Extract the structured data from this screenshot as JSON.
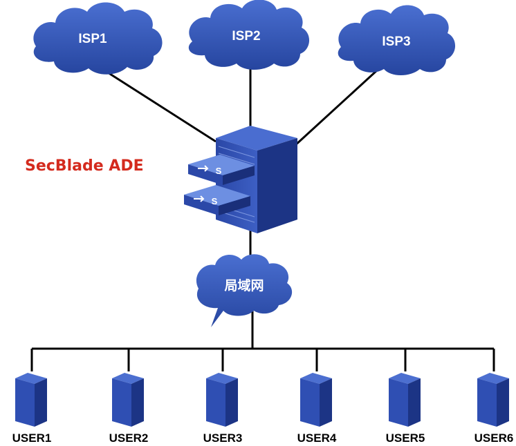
{
  "colors": {
    "cloud": "#2f55b8",
    "server_front": "#2f4fb3",
    "server_side": "#1c3485",
    "server_top": "#4c6fd0",
    "device_label": "#d42b1e"
  },
  "clouds": {
    "isp1": "ISP1",
    "isp2": "ISP2",
    "isp3": "ISP3",
    "lan": "局域网"
  },
  "device": {
    "label": "SecBlade ADE",
    "module_glyph": "S"
  },
  "users": [
    "USER1",
    "USER2",
    "USER3",
    "USER4",
    "USER5",
    "USER6"
  ],
  "icons": {
    "cloud": "cloud-icon",
    "chassis": "chassis-icon",
    "server": "server-icon"
  }
}
